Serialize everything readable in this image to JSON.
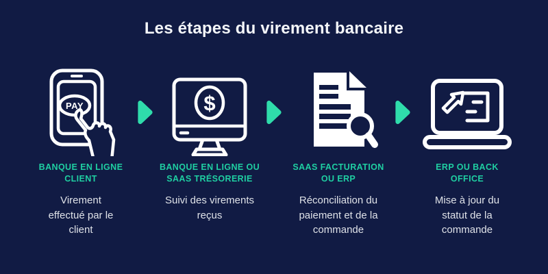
{
  "title": "Les étapes du virement bancaire",
  "colors": {
    "background": "#111b44",
    "accent": "#2fdcab",
    "label": "#1fcfa2",
    "title_text": "#f4f6f9",
    "body_text": "#dfe2e8"
  },
  "separator_icon": "chevron-right-icon",
  "steps": [
    {
      "icon": "phone-pay-icon",
      "icon_text": "PAY",
      "label": "BANQUE EN LIGNE\nCLIENT",
      "description": "Virement\neffectué par le\nclient"
    },
    {
      "icon": "monitor-dollar-icon",
      "icon_text": "$",
      "label": "BANQUE EN LIGNE OU\nSAAS TRÉSORERIE",
      "description": "Suivi des virements\nreçus"
    },
    {
      "icon": "document-search-icon",
      "label": "SAAS FACTURATION\nOU ERP",
      "description": "Réconciliation du\npaiement et de la\ncommande"
    },
    {
      "icon": "laptop-sync-icon",
      "label": "ERP OU BACK\nOFFICE",
      "description": "Mise à jour du\nstatut de la\ncommande"
    }
  ]
}
